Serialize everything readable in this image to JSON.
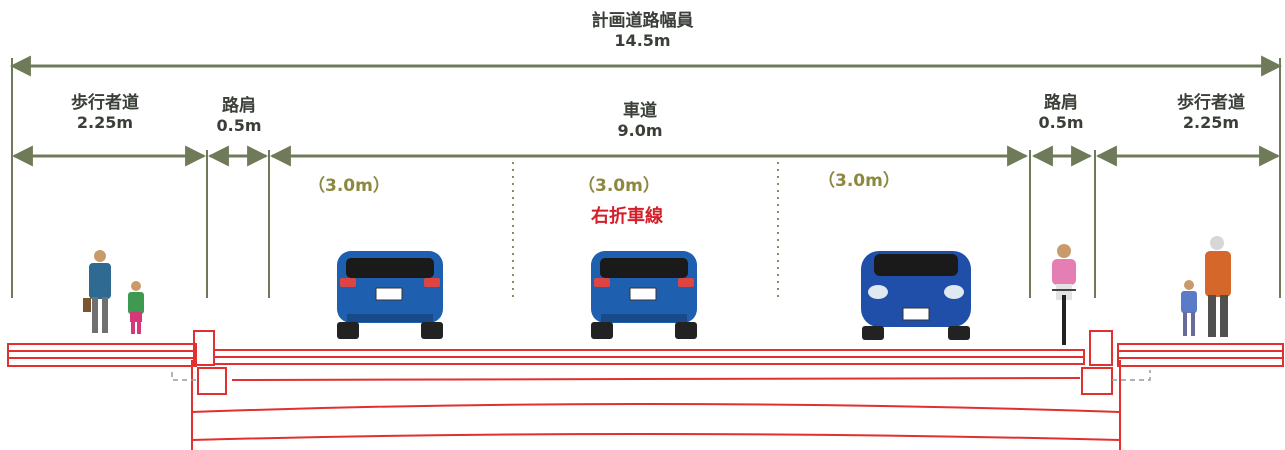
{
  "title": "計画道路幅員",
  "total_width": "14.5m",
  "segments": [
    {
      "name": "歩行者道",
      "width": "2.25m"
    },
    {
      "name": "路肩",
      "width": "0.5m"
    },
    {
      "name": "車道",
      "width": "9.0m"
    },
    {
      "name": "路肩",
      "width": "0.5m"
    },
    {
      "name": "歩行者道",
      "width": "2.25m"
    }
  ],
  "lanes": [
    {
      "width": "（3.0m）"
    },
    {
      "width": "（3.0m）"
    },
    {
      "width": "（3.0m）"
    }
  ],
  "right_turn_lane": "右折車線",
  "colors": {
    "dimension_line": "#6f7a58",
    "text": "#3a3f38",
    "lane_text": "#8c8840",
    "accent_red": "#d21f2a",
    "structure": "#e03030",
    "car_blue": "#1f5fb0"
  }
}
